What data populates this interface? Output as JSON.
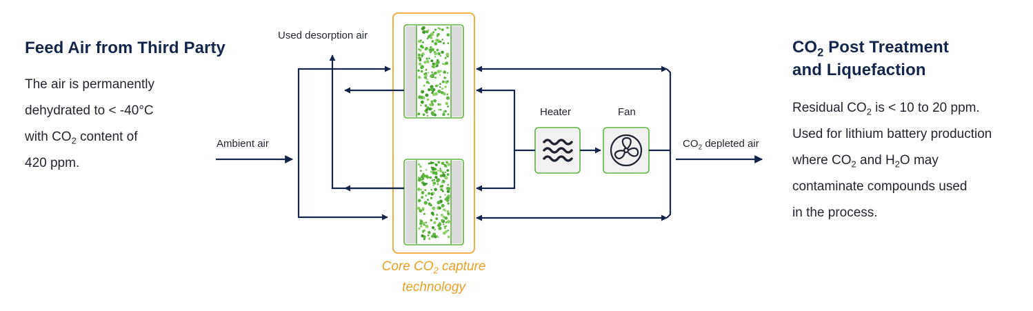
{
  "left_panel": {
    "title": "Feed Air from Third Party",
    "lines": [
      {
        "pre": "The air is permanently",
        "sub": "",
        "post": ""
      },
      {
        "pre": "dehydrated to < -40°C",
        "sub": "",
        "post": ""
      },
      {
        "pre": "with CO",
        "sub": "2",
        "post": " content of"
      },
      {
        "pre": "420 ppm.",
        "sub": "",
        "post": ""
      }
    ]
  },
  "right_panel": {
    "title_line1": {
      "pre": "CO",
      "sub": "2",
      "post": " Post Treatment"
    },
    "title_line2": "and Liquefaction",
    "lines": [
      {
        "pre": "Residual CO",
        "sub": "2",
        "post": " is < 10 to 20 ppm."
      },
      {
        "pre": "Used for lithium battery production",
        "sub": "",
        "post": ""
      },
      {
        "pre": "where CO",
        "sub": "2",
        "post": " and H",
        "sub2": "2",
        "post2": "O may"
      },
      {
        "pre": "contaminate compounds used",
        "sub": "",
        "post": ""
      },
      {
        "pre": "in the process.",
        "sub": "",
        "post": ""
      }
    ]
  },
  "diagram": {
    "used_desorption_air": "Used desorption air",
    "ambient_air": "Ambient air",
    "heater": "Heater",
    "fan": "Fan",
    "co2_depleted": {
      "pre": "CO",
      "sub": "2",
      "post": " depleted air"
    },
    "core_line1": {
      "pre": "Core CO",
      "sub": "2",
      "post": " capture"
    },
    "core_line2": "technology",
    "colors": {
      "navy": "#14254a",
      "orange": "#f2a533",
      "green": "#5db43f",
      "panel_gray": "#dcdcdc",
      "box_fill": "#f1f1f1"
    },
    "icons": [
      "heater-waves-icon",
      "fan-icon"
    ]
  }
}
